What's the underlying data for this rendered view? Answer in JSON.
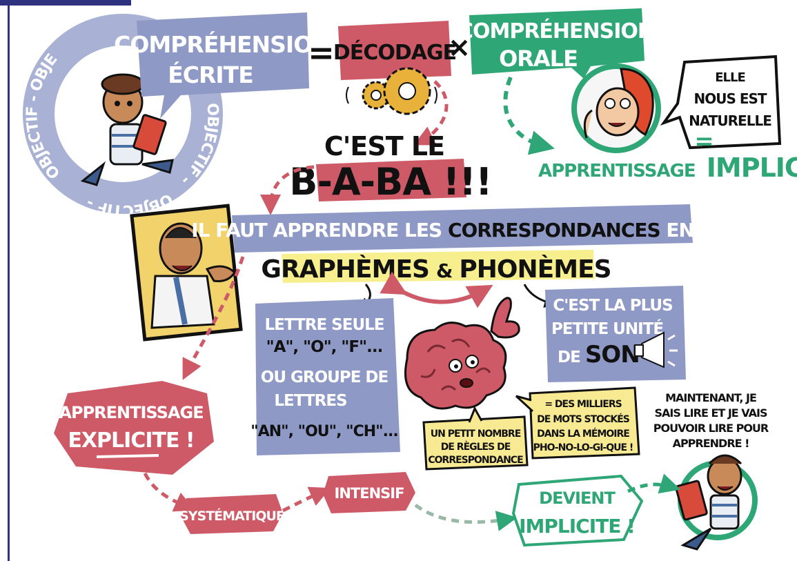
{
  "colors": {
    "blue_box": "#8f99c6",
    "red_box": "#cd5a66",
    "green_box": "#2fa676",
    "dark_frame": "#2e327f",
    "yellow_bubble": "#f8ea92",
    "highlight": "#f7ee8d",
    "ink": "#111111"
  },
  "top": {
    "comprehension_ecrite": [
      "COMPRÉHENSION",
      "ÉCRITE"
    ],
    "equals": "=",
    "decodage": "DÉCODAGE",
    "times": "×",
    "comprehension_orale": [
      "COMPRÉHENSION",
      "ORALE"
    ]
  },
  "ring_text": {
    "top": "OBJECTIF - OBJE",
    "right": "OBJECTIF -",
    "bottom": "OBJECTIF -"
  },
  "speech": {
    "elle": [
      "ELLE",
      "NOUS EST",
      "NATURELLE"
    ],
    "equals_green": "=",
    "apprentissage_implicite": [
      "APPRENTISSAGE",
      "IMPLICITE"
    ]
  },
  "baba": {
    "line1": "C'EST LE",
    "line2": "B-A-BA !!!"
  },
  "banner": {
    "pre": "IL FAUT APPRENDRE LES ",
    "emph": "CORRESPONDANCES",
    "post": " ENTRE",
    "graphemes": "GRAPHÈMES",
    "amp": "&",
    "phonemes": "PHONÈMES"
  },
  "lettre_box": {
    "lines": [
      "LETTRE SEULE",
      "\"A\", \"O\", \"F\"...",
      "OU GROUPE DE",
      "LETTRES",
      "\"AN\", \"OU\", \"CH\"..."
    ]
  },
  "son_box": {
    "lines": [
      "C'EST LA PLUS",
      "PETITE UNITÉ"
    ],
    "de": "DE ",
    "son": "SON"
  },
  "bubbles": {
    "regles": [
      "UN PETIT NOMBRE",
      "DE RÈGLES DE",
      "CORRESPONDANCE"
    ],
    "milliers": [
      "= DES MILLIERS",
      "DE MOTS STOCKÉS",
      "DANS LA MÉMOIRE",
      "PHO-NO-LO-GI-QUE !"
    ]
  },
  "explicite": [
    "APPRENTISSAGE",
    "EXPLICITE !"
  ],
  "systematique": "SYSTÉMATIQUE",
  "intensif": "INTENSIF",
  "devient": [
    "DEVIENT",
    "IMPLICITE !"
  ],
  "maintenant": [
    "MAINTENANT, JE",
    "SAIS LIRE ET JE VAIS",
    "POUVOIR LIRE POUR",
    "APPRENDRE !"
  ],
  "icons": [
    "gears-icon",
    "brain-icon",
    "megaphone-icon",
    "reading-child-icon",
    "teacher-icon",
    "hair-character-icon"
  ]
}
